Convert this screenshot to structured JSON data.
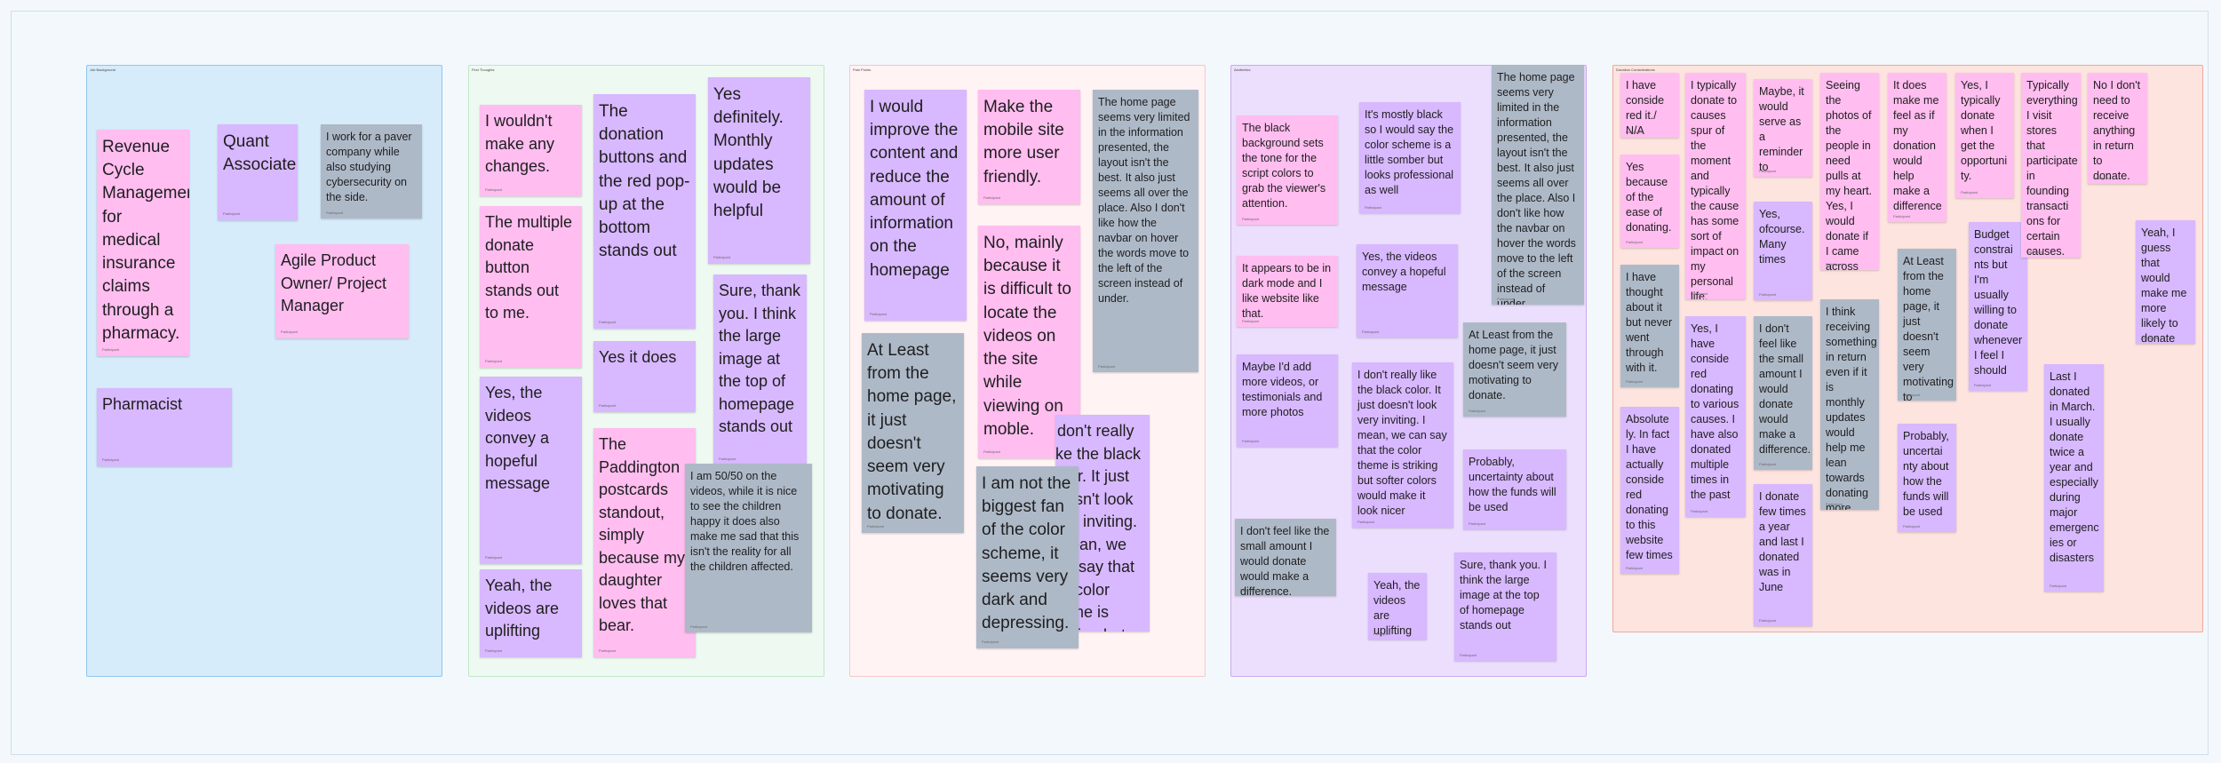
{
  "sections": [
    {
      "id": "s1",
      "title": "Job Background",
      "color": "#d6ecfb",
      "border": "#8fc6ea"
    },
    {
      "id": "s2",
      "title": "First Thoughts",
      "color": "#eefaf1",
      "border": "#bfe6c8"
    },
    {
      "id": "s3",
      "title": "Pain Points",
      "color": "#fff3f3",
      "border": "#f3c9c9"
    },
    {
      "id": "s4",
      "title": "Aesthetics",
      "color": "#ecdffd",
      "border": "#c9a7ef"
    },
    {
      "id": "s5",
      "title": "Donation Considerations",
      "color": "#fde4df",
      "border": "#f0a898"
    }
  ],
  "notes": [
    {
      "id": "n1",
      "section": "s1",
      "color": "pink",
      "size": "big",
      "text": "Revenue Cycle Management for medical insurance claims through a pharmacy.",
      "author": "Participant"
    },
    {
      "id": "n2",
      "section": "s1",
      "color": "purple",
      "size": "big",
      "text": "Quant Associate",
      "author": "Participant"
    },
    {
      "id": "n3",
      "section": "s1",
      "color": "gray",
      "size": "",
      "text": "I work for a paver company while also studying cybersecurity on the side.",
      "author": "Participant"
    },
    {
      "id": "n4",
      "section": "s1",
      "color": "pink",
      "size": "mid",
      "text": "Agile Product Owner/ Project Manager",
      "author": "Participant"
    },
    {
      "id": "n5",
      "section": "s1",
      "color": "purple",
      "size": "mid",
      "text": "Pharmacist",
      "author": "Participant"
    },
    {
      "id": "n6",
      "section": "s2",
      "color": "pink",
      "size": "mid",
      "text": "I wouldn't make any changes.",
      "author": "Participant"
    },
    {
      "id": "n7",
      "section": "s2",
      "color": "pink",
      "size": "mid",
      "text": " The multiple donate button stands out to me.",
      "author": "Participant"
    },
    {
      "id": "n8",
      "section": "s2",
      "color": "purple",
      "size": "mid",
      "text": "Yes, the videos convey a hopeful message",
      "author": "Participant"
    },
    {
      "id": "n9",
      "section": "s2",
      "color": "purple",
      "size": "mid",
      "text": "Yeah, the videos are uplifting",
      "author": "Participant"
    },
    {
      "id": "n10",
      "section": "s2",
      "color": "purple",
      "size": "big",
      "text": "The donation buttons and the red pop-up at the bottom stands out",
      "author": "Participant"
    },
    {
      "id": "n11",
      "section": "s2",
      "color": "purple",
      "size": "mid",
      "text": "Yes it does",
      "author": "Participant"
    },
    {
      "id": "n12",
      "section": "s2",
      "color": "pink",
      "size": "mid",
      "text": "The Paddington postcards standout, simply because my daughter loves that bear.",
      "author": "Participant"
    },
    {
      "id": "n13",
      "section": "s2",
      "color": "purple",
      "size": "big",
      "text": "Yes definitely. Monthly updates would be helpful",
      "author": "Participant"
    },
    {
      "id": "n14",
      "section": "s2",
      "color": "purple",
      "size": "mid",
      "text": "Sure, thank you. I think the large image at the top of homepage stands out",
      "author": "Participant"
    },
    {
      "id": "n15",
      "section": "s2",
      "color": "gray",
      "size": "",
      "text": "I am 50/50 on the videos, while it is nice to see the children happy it does also make me sad that this isn't the reality for all the children affected.",
      "author": "Participant"
    },
    {
      "id": "n16",
      "section": "s3",
      "color": "purple",
      "size": "big",
      "text": "I would improve the content and reduce the amount of information on the homepage",
      "author": "Participant"
    },
    {
      "id": "n17",
      "section": "s3",
      "color": "gray",
      "size": "big",
      "text": "At Least from the home page, it just doesn't seem very motivating to donate.",
      "author": "Participant"
    },
    {
      "id": "n18",
      "section": "s3",
      "color": "pink",
      "size": "big",
      "text": "Make the mobile site more user friendly.",
      "author": "Participant"
    },
    {
      "id": "n19",
      "section": "s3",
      "color": "pink",
      "size": "big",
      "text": "No, mainly because it is difficult to locate the videos on the site while viewing on moble.",
      "author": "Participant"
    },
    {
      "id": "n20",
      "section": "s3",
      "color": "purple",
      "size": "mid",
      "text": "I don't really like the black color. It just doesn't look very inviting. I mean, we can say that the color theme is striking but softer colors would make it look nicer",
      "author": "Participant"
    },
    {
      "id": "n21",
      "section": "s3",
      "color": "gray",
      "size": "big",
      "text": "I am not the biggest fan of the color scheme, it seems very dark and depressing.",
      "author": "Participant"
    },
    {
      "id": "n22",
      "section": "s3",
      "color": "gray",
      "size": "",
      "text": "The home page seems very limited in the information presented, the layout isn't the best. It also just seems all over the place. Also I don't like how the navbar on hover the words move to the left of the screen instead of under.",
      "author": "Participant"
    },
    {
      "id": "n23",
      "section": "s4",
      "color": "pink",
      "size": "",
      "text": "The black background sets the tone for the script colors to grab the viewer's attention.",
      "author": "Participant"
    },
    {
      "id": "n24",
      "section": "s4",
      "color": "pink",
      "size": "",
      "text": "It appears to be in dark mode and I like website like that.",
      "author": "Participant"
    },
    {
      "id": "n25",
      "section": "s4",
      "color": "purple",
      "size": "",
      "text": "Maybe I'd add more videos, or testimonials and more photos",
      "author": "Participant"
    },
    {
      "id": "n26",
      "section": "s4",
      "color": "gray",
      "size": "",
      "text": "I don't feel like the small amount I would donate would make a difference.",
      "author": "Participant"
    },
    {
      "id": "n27",
      "section": "s4",
      "color": "purple",
      "size": "",
      "text": "It's mostly black so I would say the color scheme is a little somber but looks professional as well",
      "author": "Participant"
    },
    {
      "id": "n28",
      "section": "s4",
      "color": "purple",
      "size": "",
      "text": "Yes, the videos convey a hopeful message",
      "author": "Participant"
    },
    {
      "id": "n29",
      "section": "s4",
      "color": "purple",
      "size": "",
      "text": "I don't really like the black color. It just doesn't look very inviting. I mean, we can say that the color theme is striking but softer colors would make it look nicer",
      "author": "Participant"
    },
    {
      "id": "n30",
      "section": "s4",
      "color": "purple",
      "size": "",
      "text": "Yeah, the videos are uplifting",
      "author": "Participant"
    },
    {
      "id": "n31",
      "section": "s4",
      "color": "gray",
      "size": "",
      "text": "The home page seems very limited in the information presented, the layout isn't the best. It also just seems all over the place. Also I don't like how the navbar on hover the words move to the left of the screen instead of under.",
      "author": "Participant"
    },
    {
      "id": "n32",
      "section": "s4",
      "color": "gray",
      "size": "",
      "text": "At Least from the home page, it just doesn't seem very motivating to donate.",
      "author": "Participant"
    },
    {
      "id": "n33",
      "section": "s4",
      "color": "purple",
      "size": "",
      "text": "Probably, uncertainty about how the funds will be used",
      "author": "Participant"
    },
    {
      "id": "n34",
      "section": "s4",
      "color": "purple",
      "size": "",
      "text": "Sure, thank you. I think the large image at the top of homepage stands out",
      "author": "Participant"
    },
    {
      "id": "n35",
      "section": "s5",
      "color": "pink",
      "size": "",
      "text": "I have conside red it./ N/A",
      "author": "Participant"
    },
    {
      "id": "n36",
      "section": "s5",
      "color": "pink",
      "size": "",
      "text": "Yes because of the ease of donating.",
      "author": "Participant"
    },
    {
      "id": "n37",
      "section": "s5",
      "color": "gray",
      "size": "",
      "text": "I have thought about it but never went through with it.",
      "author": "Participant"
    },
    {
      "id": "n38",
      "section": "s5",
      "color": "purple",
      "size": "",
      "text": "Absolute ly. In fact I have actually conside red donating to this website few times",
      "author": "Participant"
    },
    {
      "id": "n39",
      "section": "s5",
      "color": "pink",
      "size": "",
      "text": "I typically donate to causes spur of the moment and typically the cause has some sort of impact on my personal life.",
      "author": "Participant"
    },
    {
      "id": "n40",
      "section": "s5",
      "color": "purple",
      "size": "",
      "text": "Yes, I have conside red donating to various causes. I have also donated multiple times in the past",
      "author": "Participant"
    },
    {
      "id": "n41",
      "section": "s5",
      "color": "pink",
      "size": "",
      "text": "Maybe, it would serve as a reminder to donate.",
      "author": "Participant"
    },
    {
      "id": "n42",
      "section": "s5",
      "color": "purple",
      "size": "",
      "text": "Yes, ofcourse. Many times",
      "author": "Participant"
    },
    {
      "id": "n43",
      "section": "s5",
      "color": "gray",
      "size": "",
      "text": "I don't feel like the small amount I would donate would make a difference.",
      "author": "Participant"
    },
    {
      "id": "n44",
      "section": "s5",
      "color": "purple",
      "size": "",
      "text": "I donate few times a year and last I donated was in June",
      "author": "Participant"
    },
    {
      "id": "n45",
      "section": "s5",
      "color": "pink",
      "size": "",
      "text": "Seeing the photos of the people in need pulls at my heart. Yes, I would donate if I came across this website.",
      "author": "Participant"
    },
    {
      "id": "n46",
      "section": "s5",
      "color": "gray",
      "size": "",
      "text": "I think receiving something in return even if it is monthly updates would help me lean towards donating more.",
      "author": "Participant"
    },
    {
      "id": "n47",
      "section": "s5",
      "color": "pink",
      "size": "",
      "text": "It does make me feel as if my donation would help make a difference",
      "author": "Participant"
    },
    {
      "id": "n48",
      "section": "s5",
      "color": "gray",
      "size": "",
      "text": "At Least from the home page, it just doesn't seem very motivating to donate.",
      "author": "Participant"
    },
    {
      "id": "n49",
      "section": "s5",
      "color": "purple",
      "size": "",
      "text": "Probably, uncertai nty about how the funds will be used",
      "author": "Participant"
    },
    {
      "id": "n50",
      "section": "s5",
      "color": "pink",
      "size": "",
      "text": "Yes, I typically donate when I get the opportuni ty.",
      "author": "Participant"
    },
    {
      "id": "n51",
      "section": "s5",
      "color": "purple",
      "size": "",
      "text": "Budget constrai nts but I'm usually willing to donate whenever I feel I should",
      "author": "Participant"
    },
    {
      "id": "n52",
      "section": "s5",
      "color": "pink",
      "size": "",
      "text": "Typically everything I visit stores that participate in founding transacti ons for certain causes.",
      "author": "Participant"
    },
    {
      "id": "n53",
      "section": "s5",
      "color": "purple",
      "size": "",
      "text": "Last I donated in March. I usually donate twice a year and especially during major emergenc ies or disasters",
      "author": "Participant"
    },
    {
      "id": "n54",
      "section": "s5",
      "color": "pink",
      "size": "",
      "text": "No I don't need to receive anything in return to donate.",
      "author": "Participant"
    },
    {
      "id": "n55",
      "section": "s5",
      "color": "purple",
      "size": "",
      "text": "Yeah, I guess that would make me more likely to donate",
      "author": "Participant"
    }
  ]
}
